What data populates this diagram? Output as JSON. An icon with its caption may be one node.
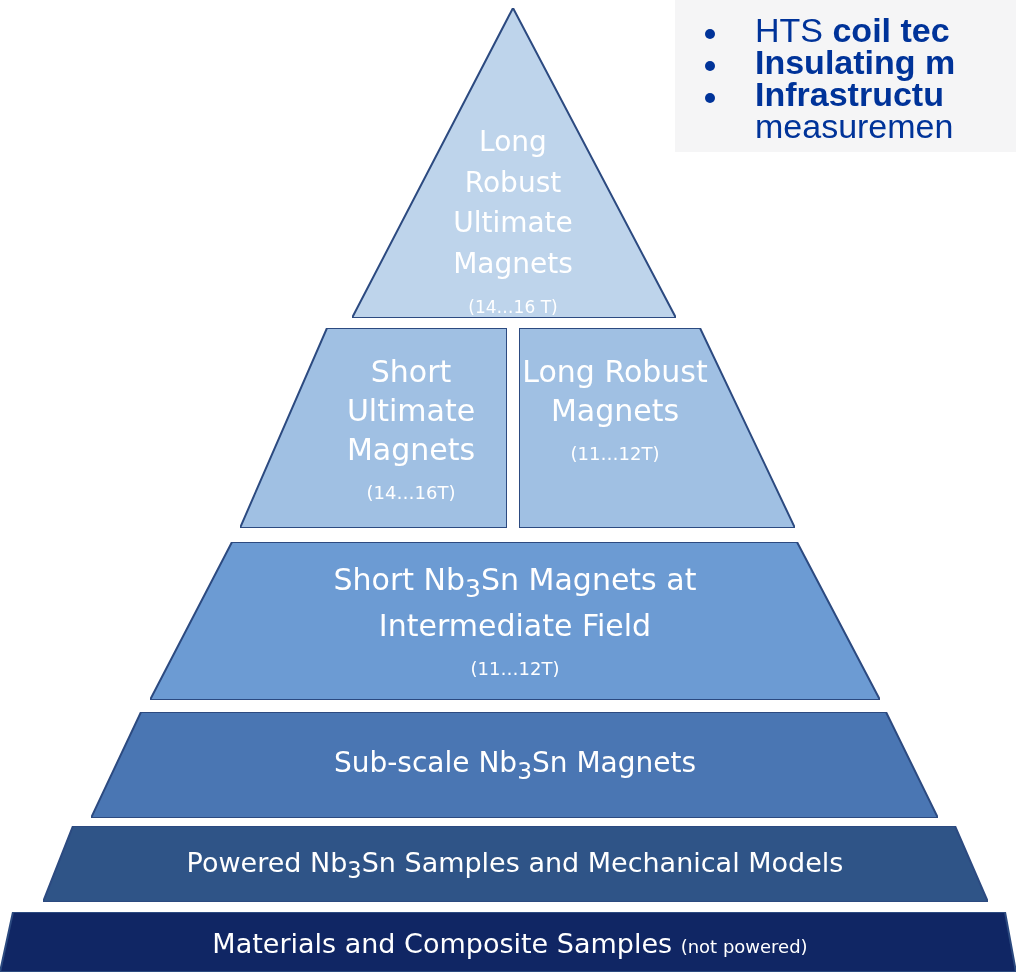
{
  "diagram": {
    "nodes": [
      {
        "text": [
          "Long Robust Ultimate Magnets",
          "(14…16 T)"
        ]
      },
      {
        "text": [
          "Short Ultimate Magnets",
          "(14…16T)"
        ]
      },
      {
        "text": [
          "Long Robust Magnets",
          "(11…12T)"
        ]
      },
      {
        "text": [
          "Short Nb$_{3}$Sn Magnets at Intermediate Field",
          "(11…12T)"
        ]
      },
      {
        "text": [
          "Sub-scale Nb$_{3}$Sn Magnets"
        ]
      },
      {
        "text": [
          "Powered Nb$_{3}$Sn Samples and Mechanical Models"
        ]
      },
      {
        "text": [
          "Materials and Composite Samples",
          "(not powered)"
        ]
      }
    ],
    "labels": [
      "HTS **coil tec**",
      "**Insulating m**",
      "**Infrastructu** measuremen"
    ]
  }
}
